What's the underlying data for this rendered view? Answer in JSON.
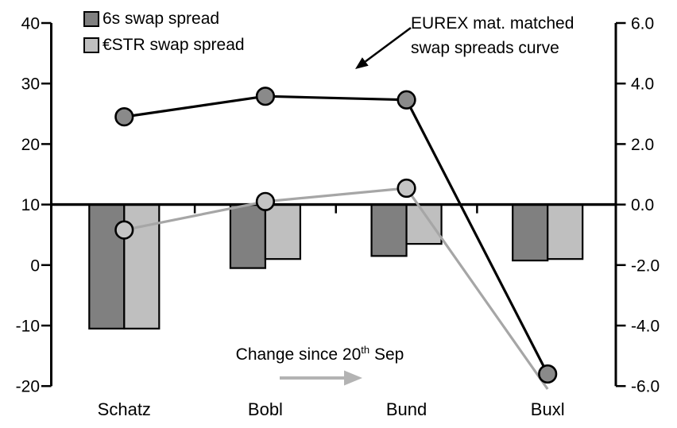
{
  "chart_data": {
    "type": "combo-bar-line",
    "title": "",
    "categories": [
      "Schatz",
      "Bobl",
      "Bund",
      "Buxl"
    ],
    "left_axis": {
      "min": -20,
      "max": 40,
      "step": 10,
      "ticks": [
        "40",
        "30",
        "20",
        "10",
        "0",
        "-10",
        "-20"
      ],
      "tick_values": [
        40,
        30,
        20,
        10,
        0,
        -10,
        -20
      ]
    },
    "right_axis": {
      "min": -6,
      "max": 6,
      "step": 2,
      "ticks": [
        "6.0",
        "4.0",
        "2.0",
        "0.0",
        "-2.0",
        "-4.0",
        "-6.0"
      ],
      "tick_values": [
        6,
        4,
        2,
        0,
        -2,
        -4,
        -6
      ]
    },
    "series": [
      {
        "name": "6s swap spread change",
        "type": "bar",
        "axis": "right",
        "color": "#808080",
        "values": [
          -4.1,
          -2.1,
          -1.7,
          -1.85
        ]
      },
      {
        "name": "€STR swap spread change",
        "type": "bar",
        "axis": "right",
        "color": "#bfbfbf",
        "values": [
          -4.1,
          -1.8,
          -1.3,
          -1.8
        ]
      },
      {
        "name": "6s swap spread curve",
        "type": "line",
        "axis": "left",
        "color": "#000000",
        "marker_fill": "#8a8a8a",
        "values": [
          24.5,
          27.9,
          27.3,
          -18.0
        ],
        "markers": [
          true,
          true,
          true,
          true
        ]
      },
      {
        "name": "€STR swap spread curve",
        "type": "line",
        "axis": "left",
        "color": "#a6a6a6",
        "marker_fill": "#c4c4c4",
        "values": [
          5.8,
          10.5,
          12.7,
          -20.5
        ],
        "markers": [
          true,
          true,
          true,
          false
        ]
      }
    ],
    "legend": {
      "position": "top-left",
      "items": [
        {
          "label": "6s swap spread",
          "color": "#808080"
        },
        {
          "label": "€STR swap spread",
          "color": "#bfbfbf"
        }
      ]
    },
    "annotations": {
      "eurex": {
        "lines": [
          "EUREX mat. matched",
          "swap spreads curve"
        ]
      },
      "change_note": {
        "prefix": "Change since 20",
        "sup": "th",
        "suffix": " Sep"
      }
    },
    "grid": false,
    "colors": {
      "bar_dark": "#808080",
      "bar_light": "#bfbfbf",
      "line_black": "#000000",
      "line_gray": "#a6a6a6",
      "change_arrow": "#b3b3b3",
      "axis": "#000000"
    }
  }
}
